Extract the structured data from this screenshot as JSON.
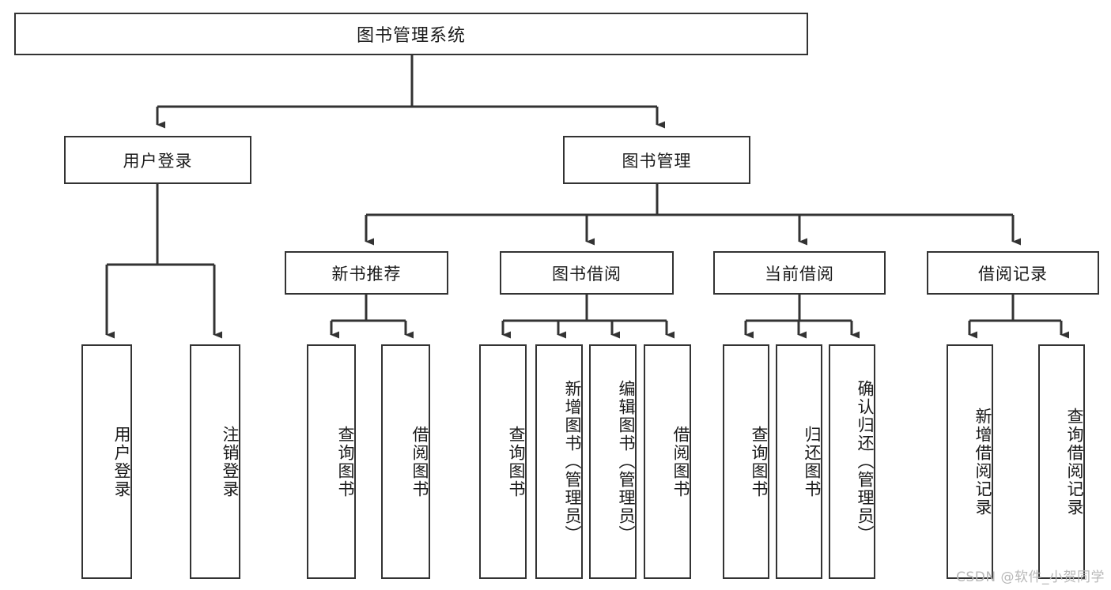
{
  "diagram": {
    "title_node": {
      "label": "图书管理系统"
    },
    "level1": [
      {
        "id": "user-login",
        "label": "用户登录"
      },
      {
        "id": "book-management",
        "label": "图书管理"
      }
    ],
    "level2": [
      {
        "id": "new-book-recommend",
        "label": "新书推荐"
      },
      {
        "id": "book-borrow",
        "label": "图书借阅"
      },
      {
        "id": "current-borrow",
        "label": "当前借阅"
      },
      {
        "id": "borrow-record",
        "label": "借阅记录"
      }
    ],
    "leaves": [
      {
        "id": "leaf-user-login",
        "label": "用户登录",
        "parent": "user-login"
      },
      {
        "id": "leaf-logout",
        "label": "注销登录",
        "parent": "user-login"
      },
      {
        "id": "leaf-query-book-1",
        "label": "查询图书",
        "parent": "new-book-recommend"
      },
      {
        "id": "leaf-borrow-book-1",
        "label": "借阅图书",
        "parent": "new-book-recommend"
      },
      {
        "id": "leaf-query-book-2",
        "label": "查询图书",
        "parent": "book-borrow"
      },
      {
        "id": "leaf-add-book",
        "label": "新增图书（管理员）",
        "parent": "book-borrow"
      },
      {
        "id": "leaf-edit-book",
        "label": "编辑图书（管理员）",
        "parent": "book-borrow"
      },
      {
        "id": "leaf-borrow-book-2",
        "label": "借阅图书",
        "parent": "book-borrow"
      },
      {
        "id": "leaf-query-book-3",
        "label": "查询图书",
        "parent": "current-borrow"
      },
      {
        "id": "leaf-return-book",
        "label": "归还图书",
        "parent": "current-borrow"
      },
      {
        "id": "leaf-confirm-return",
        "label": "确认归还（管理员）",
        "parent": "current-borrow"
      },
      {
        "id": "leaf-add-record",
        "label": "新增借阅记录",
        "parent": "borrow-record"
      },
      {
        "id": "leaf-query-record",
        "label": "查询借阅记录",
        "parent": "borrow-record"
      }
    ],
    "watermark": "CSDN @软件_小贺同学",
    "colors": {
      "stroke": "#333333",
      "text": "#1a1a1a",
      "background": "#ffffff",
      "watermark": "#b8b8b8"
    }
  }
}
